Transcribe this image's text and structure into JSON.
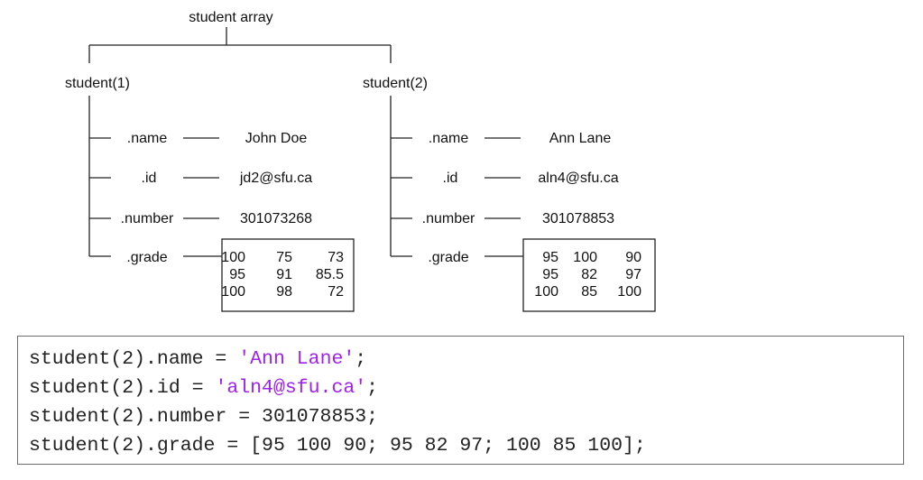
{
  "diagram": {
    "root": "student array",
    "students": [
      {
        "label": "student(1)",
        "fields": [
          {
            "name": ".name",
            "value": "John Doe"
          },
          {
            "name": ".id",
            "value": "jd2@sfu.ca"
          },
          {
            "name": ".number",
            "value": "301073268"
          }
        ],
        "grade_label": ".grade",
        "grades": [
          [
            "100",
            "75",
            "73"
          ],
          [
            "95",
            "91",
            "85.5"
          ],
          [
            "100",
            "98",
            "72"
          ]
        ]
      },
      {
        "label": "student(2)",
        "fields": [
          {
            "name": ".name",
            "value": "Ann Lane"
          },
          {
            "name": ".id",
            "value": "aln4@sfu.ca"
          },
          {
            "name": ".number",
            "value": "301078853"
          }
        ],
        "grade_label": ".grade",
        "grades": [
          [
            "95",
            "100",
            "90"
          ],
          [
            "95",
            "82",
            "97"
          ],
          [
            "100",
            "85",
            "100"
          ]
        ]
      }
    ]
  },
  "code": {
    "lines": [
      {
        "pre": "student(2).name = ",
        "str": "'Ann Lane'",
        "post": ";"
      },
      {
        "pre": "student(2).id = ",
        "str": "'aln4@sfu.ca'",
        "post": ";"
      },
      {
        "pre": "student(2).number = 301078853;",
        "str": "",
        "post": ""
      },
      {
        "pre": "student(2).grade = [95 100 90; 95 82 97; 100 85 100];",
        "str": "",
        "post": ""
      }
    ],
    "string_color": "#a020f0"
  }
}
